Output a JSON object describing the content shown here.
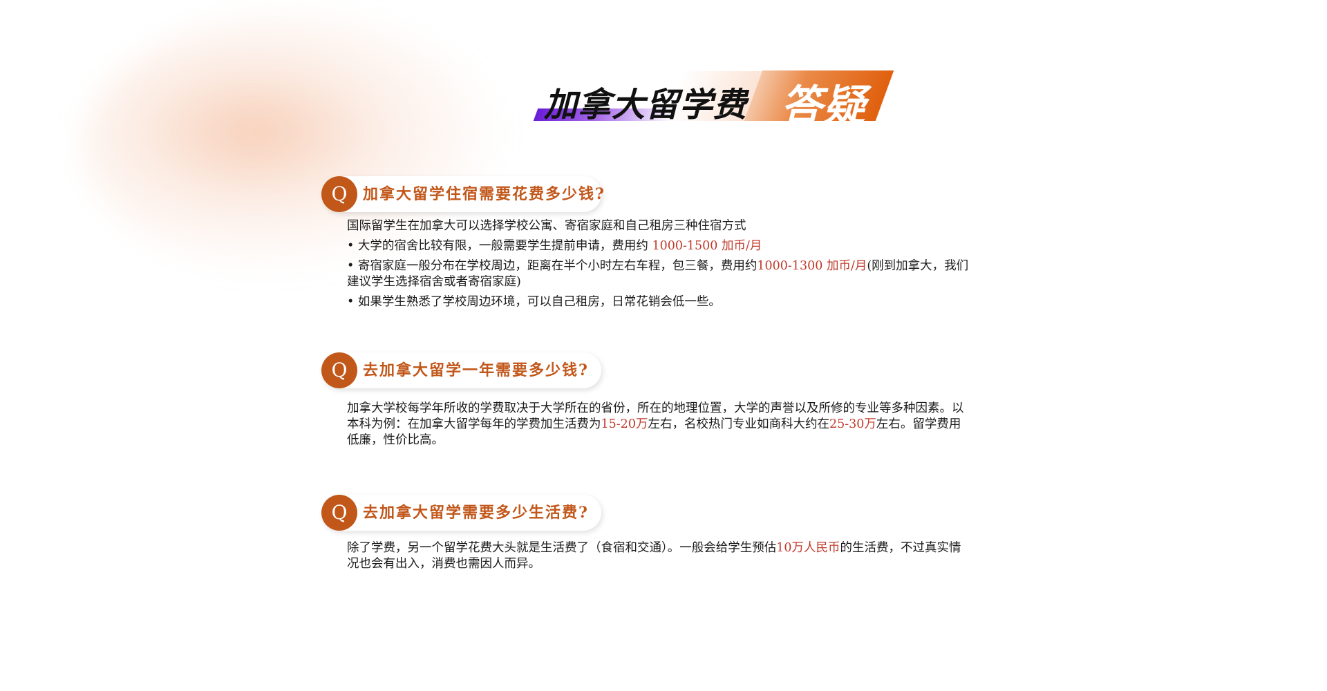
{
  "title": {
    "main": "加拿大留学费",
    "accent": "答疑"
  },
  "colors": {
    "accent": "#c2571a",
    "highlight": "#c0392b",
    "title_gradient_start": "#6a1cd8",
    "title_accent": "#e0600e"
  },
  "qa": [
    {
      "badge": "Q",
      "question": "加拿大留学住宿需要花费多少钱?",
      "answer": {
        "intro": "国际留学生在加拿大可以选择学校公寓、寄宿家庭和自己租房三种住宿方式",
        "b1_pre": "• 大学的宿舍比较有限，一般需要学生提前申请，费用约 ",
        "b1_hl": "1000-1500 加币/月",
        "b2_pre": "• 寄宿家庭一般分布在学校周边，距离在半个小时左右车程，包三餐，费用约",
        "b2_hl": "1000-1300 加币/月",
        "b2_post": "(刚到加拿大，我们建议学生选择宿舍或者寄宿家庭)",
        "b3": "• 如果学生熟悉了学校周边环境，可以自己租房，日常花销会低一些。"
      }
    },
    {
      "badge": "Q",
      "question": "去加拿大留学一年需要多少钱?",
      "answer": {
        "p1": "加拿大学校每学年所收的学费取决于大学所在的省份，所在的地理位置，大学的声誉以及所修的专业等多种因素。以本科为例：在加拿大留学每年的学费加生活费为",
        "hl1": "15-20万",
        "p2": "左右，名校热门专业如商科大约在",
        "hl2": "25-30万",
        "p3": "左右。留学费用低廉，性价比高。"
      }
    },
    {
      "badge": "Q",
      "question": "去加拿大留学需要多少生活费?",
      "answer": {
        "p1": "除了学费，另一个留学花费大头就是生活费了（食宿和交通）。一般会给学生预估",
        "hl1": "10万人民币",
        "p2": "的生活费，不过真实情况也会有出入，消费也需因人而异。"
      }
    }
  ]
}
